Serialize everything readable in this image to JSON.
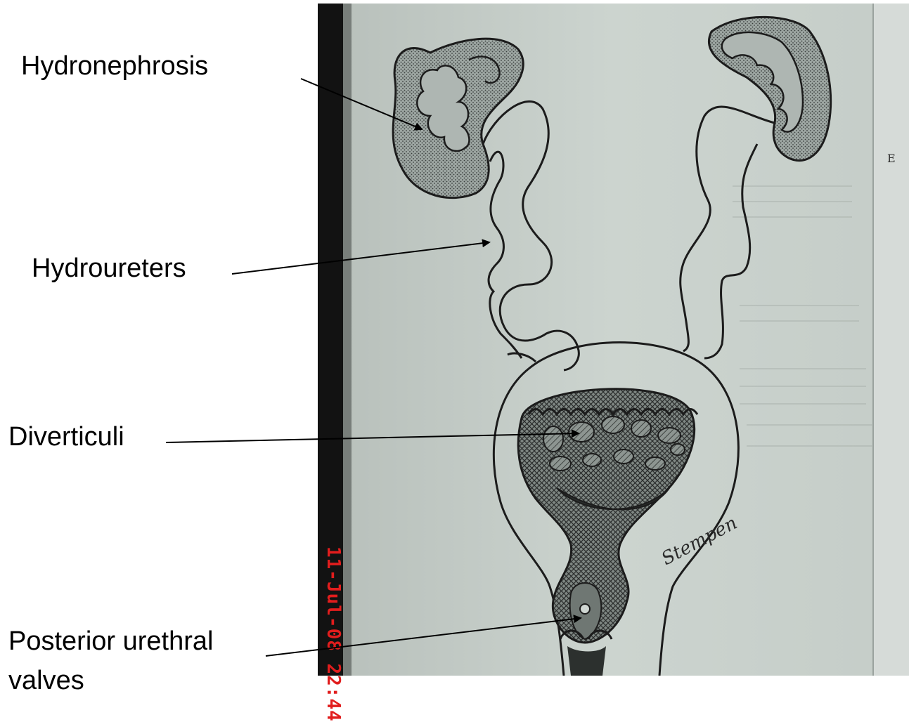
{
  "labels": {
    "hydronephrosis": "Hydronephrosis",
    "hydroureters": "Hydroureters",
    "diverticuli": "Diverticuli",
    "valves_line1": "Posterior urethral",
    "valves_line2": "valves"
  },
  "photo": {
    "date_stamp": "11-Jul-08 22:44",
    "signature": "Stempen",
    "margin_letter": "E"
  },
  "colors": {
    "paper": "#c9d1cc",
    "spine": "#111111",
    "stamp": "#e11d1d",
    "ink": "#1c1c1c",
    "label_text": "#000000"
  }
}
